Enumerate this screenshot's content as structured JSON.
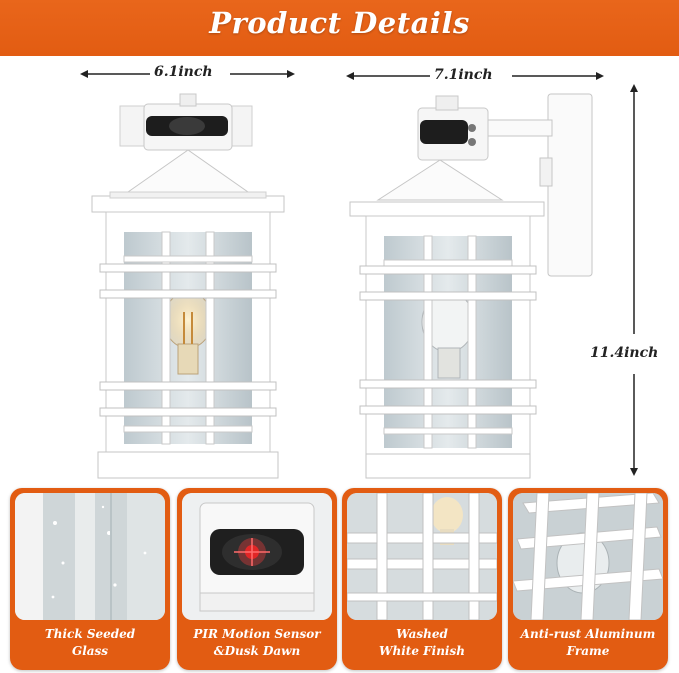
{
  "header": {
    "title": "Product Details",
    "color": "#e25c12"
  },
  "dimensions": {
    "width_front": "6.1inch",
    "width_side": "7.1inch",
    "height": "11.4inch"
  },
  "features": [
    {
      "line1": "Thick Seeded",
      "line2": "Glass"
    },
    {
      "line1": "PIR Motion Sensor",
      "line2": "&Dusk Dawn"
    },
    {
      "line1": "Washed",
      "line2": "White Finish"
    },
    {
      "line1": "Anti-rust Aluminum",
      "line2": "Frame"
    }
  ]
}
